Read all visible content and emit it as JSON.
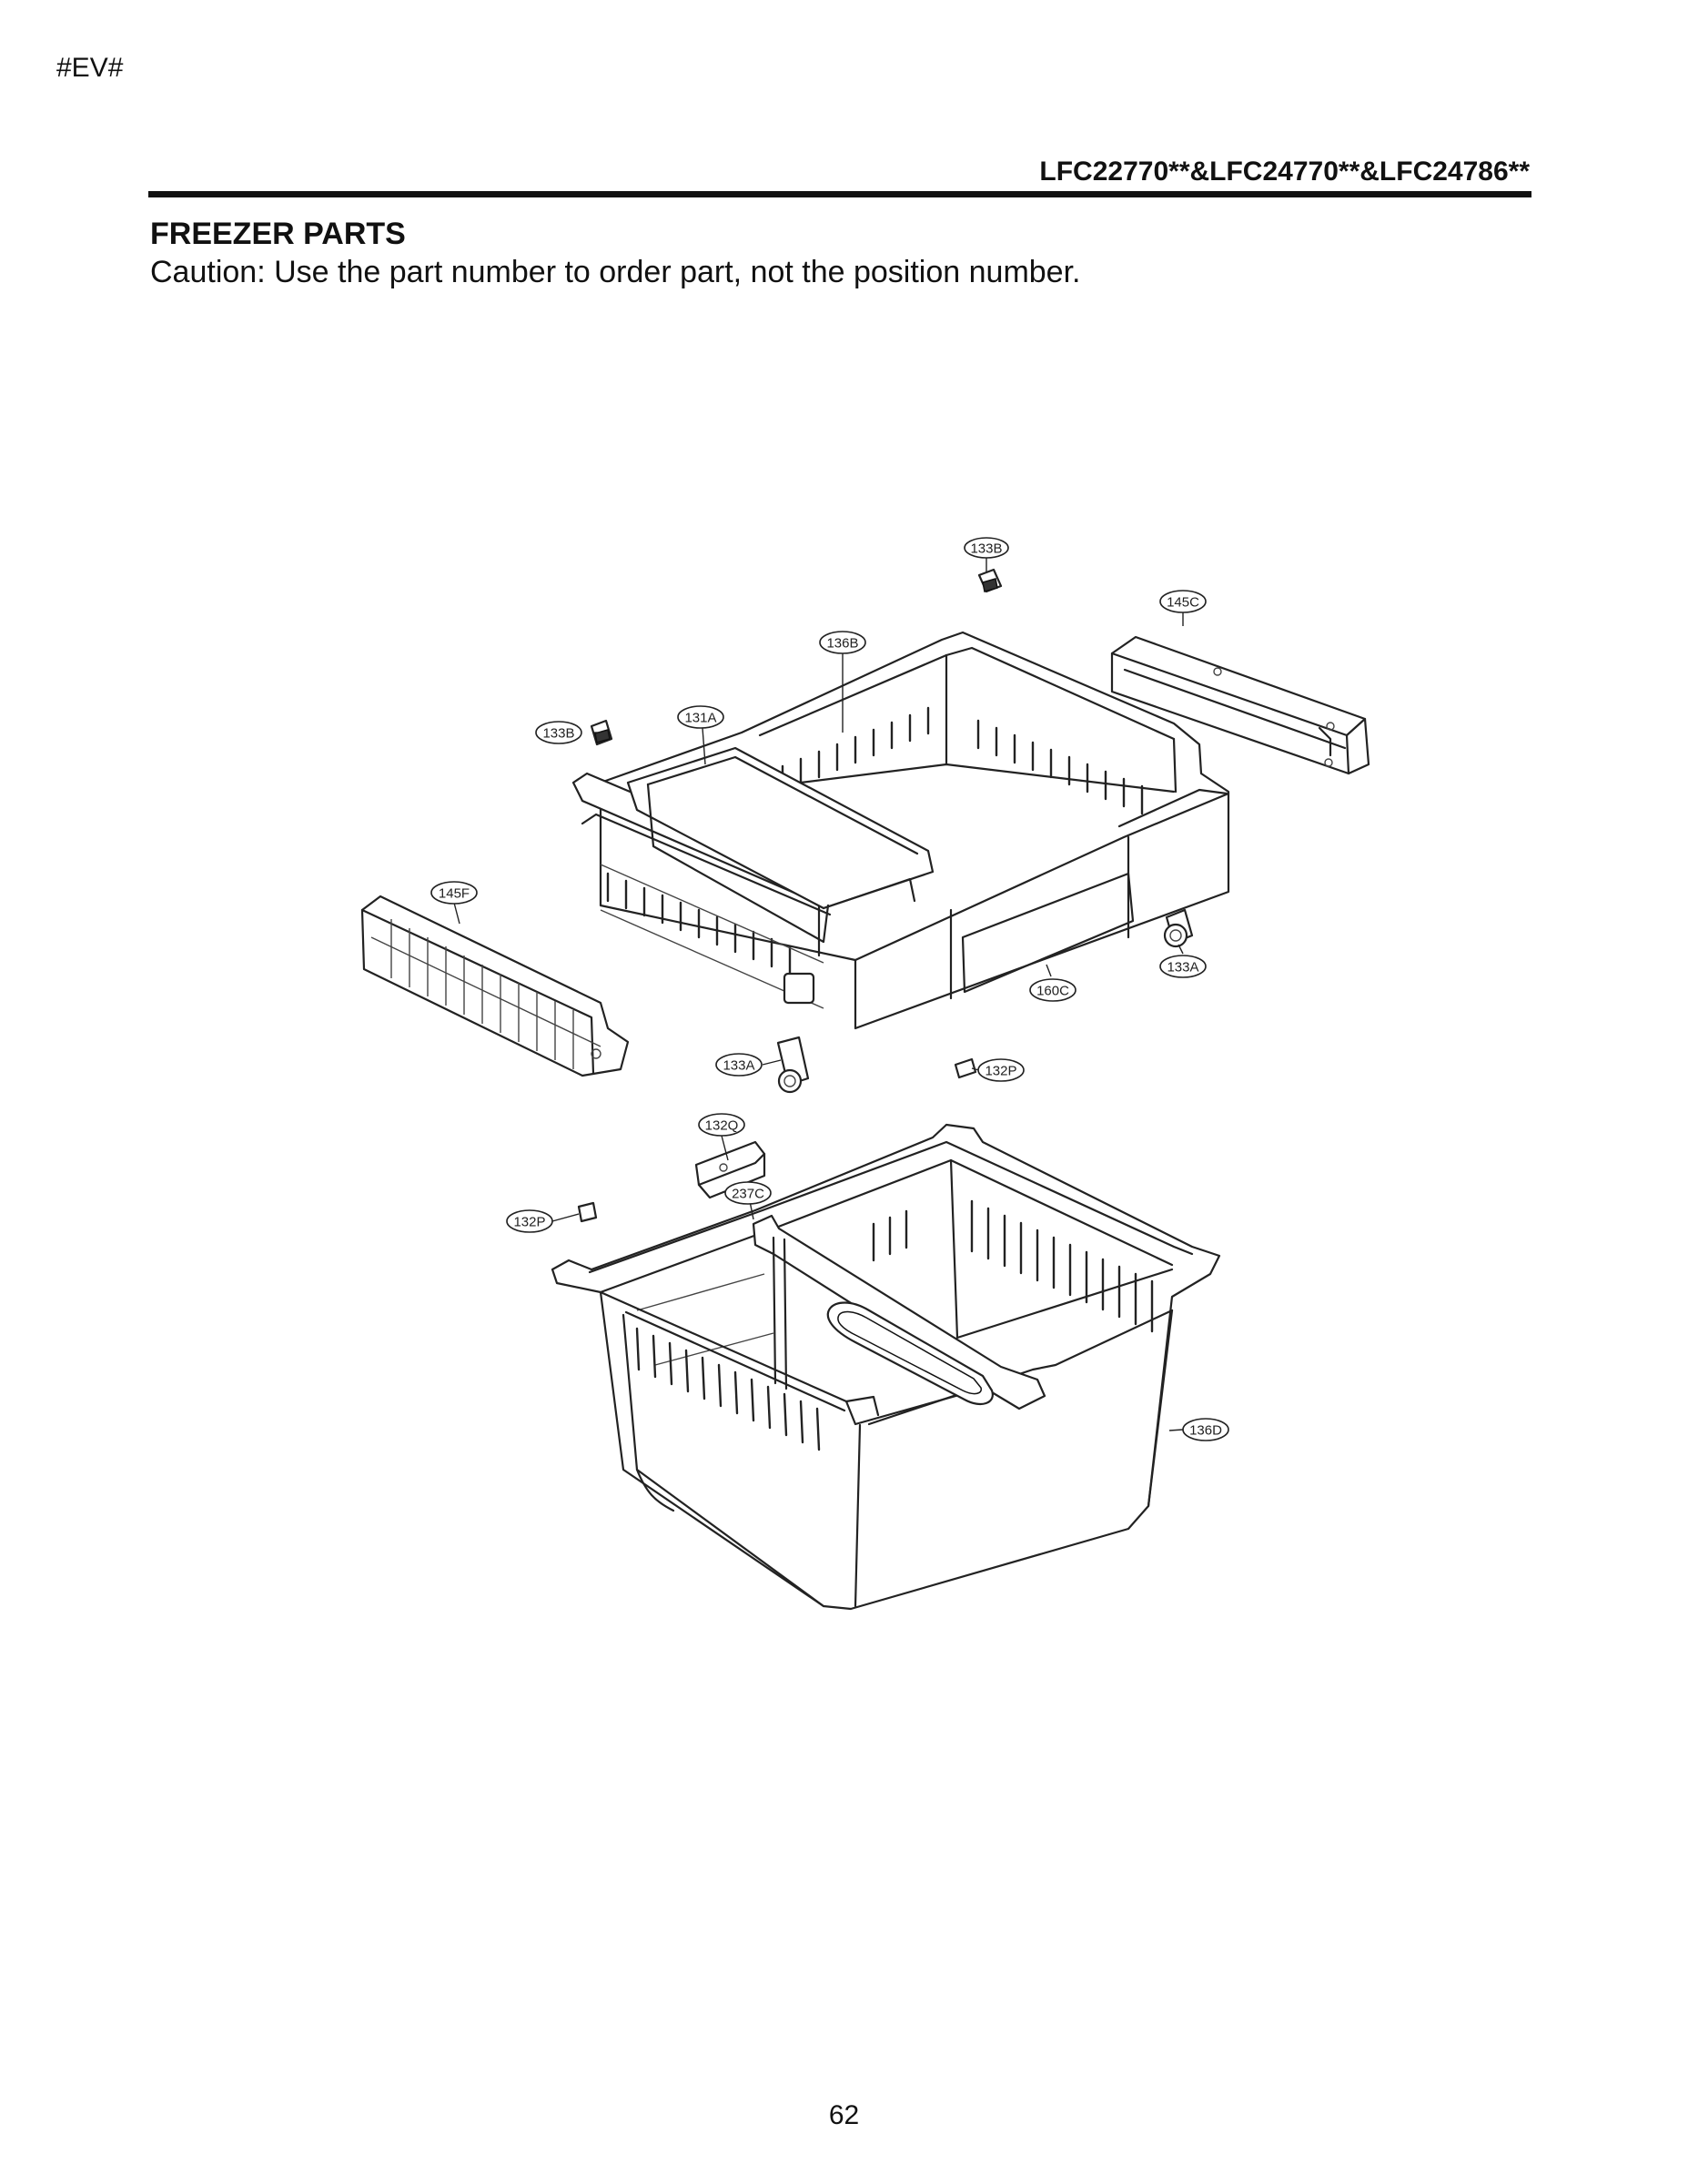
{
  "header": {
    "corner_tag": "#EV#",
    "models": "LFC22770**&LFC24770**&LFC24786**"
  },
  "section": {
    "title": "FREEZER PARTS",
    "caution": "Caution: Use the part number to order part, not the position number."
  },
  "callouts": {
    "c133B_top": "133B",
    "c145C": "145C",
    "c136B": "136B",
    "c131A": "131A",
    "c133B_left": "133B",
    "c145F": "145F",
    "c133A_right": "133A",
    "c160C": "160C",
    "c133A_left": "133A",
    "c132P_right": "132P",
    "c132Q": "132Q",
    "c237C": "237C",
    "c132P_left": "132P",
    "c136D": "136D"
  },
  "footer": {
    "page_number": "62"
  }
}
